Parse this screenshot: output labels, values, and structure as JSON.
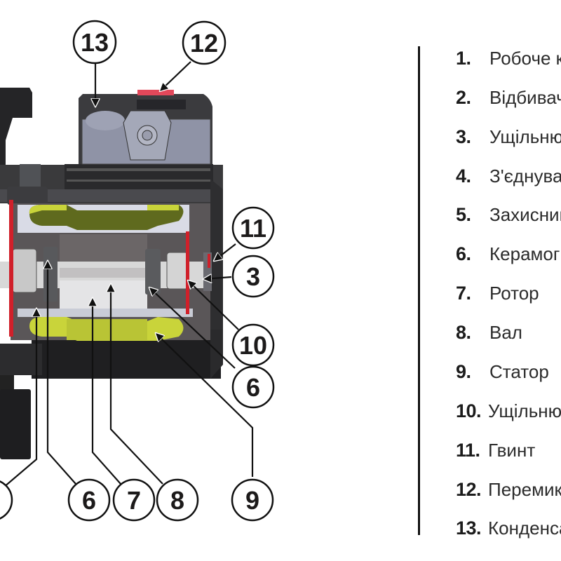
{
  "diagram": {
    "title": "Pump cutaway with numbered parts",
    "callouts": [
      {
        "id": "13",
        "label": "13"
      },
      {
        "id": "12",
        "label": "12"
      },
      {
        "id": "11",
        "label": "11"
      },
      {
        "id": "3",
        "label": "3"
      },
      {
        "id": "10",
        "label": "10"
      },
      {
        "id": "6-right",
        "label": "6"
      },
      {
        "id": "9",
        "label": "9"
      },
      {
        "id": "8",
        "label": "8"
      },
      {
        "id": "7",
        "label": "7"
      },
      {
        "id": "6-bottom",
        "label": "6"
      }
    ],
    "colors": {
      "housing": "#3a3a3c",
      "housing_dark": "#1e1e20",
      "capacitor": "#8f93a6",
      "stator": "#c9d43a",
      "stator_dark": "#5f6a1e",
      "seal_red": "#d0202a",
      "switch_red": "#e2485a",
      "shaft": "#d8d8d8"
    }
  },
  "legend": {
    "items": [
      {
        "num": "1.",
        "label": "Робоче колесо"
      },
      {
        "num": "2.",
        "label": "Відбивач"
      },
      {
        "num": "3.",
        "label": "Ущільнювач"
      },
      {
        "num": "4.",
        "label": "З'єднувач"
      },
      {
        "num": "5.",
        "label": "Захисник"
      },
      {
        "num": "6.",
        "label": "Керамографіт"
      },
      {
        "num": "7.",
        "label": "Ротор"
      },
      {
        "num": "8.",
        "label": "Вал"
      },
      {
        "num": "9.",
        "label": "Статор"
      },
      {
        "num": "10.",
        "label": "Ущільнювач"
      },
      {
        "num": "11.",
        "label": "Гвинт"
      },
      {
        "num": "12.",
        "label": "Перемикач"
      },
      {
        "num": "13.",
        "label": "Конденсатор"
      }
    ]
  }
}
